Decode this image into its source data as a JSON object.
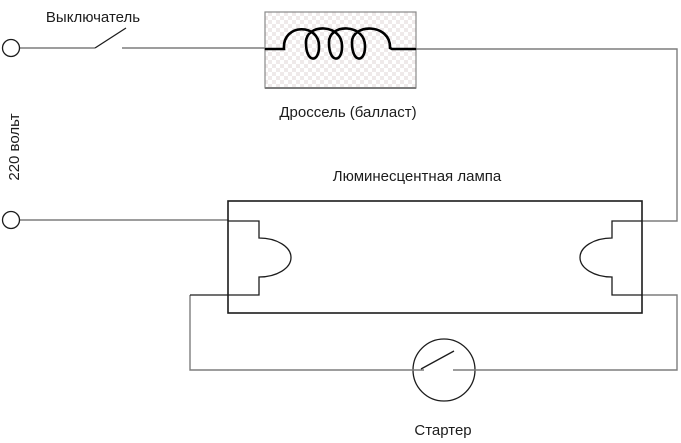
{
  "diagram": {
    "labels": {
      "switch": "Выключатель",
      "voltage": "220 вольт",
      "ballast": "Дроссель (балласт)",
      "lamp": "Люминесцентная лампа",
      "starter": "Стартер"
    },
    "colors": {
      "wire": "#7d7d7d",
      "symbol": "#1c1c1c",
      "coil": "#000000",
      "text": "#1c1c1c",
      "ballast_border": "#8a8a8a",
      "ballast_check": "#efeaea",
      "background": "#ffffff"
    }
  }
}
